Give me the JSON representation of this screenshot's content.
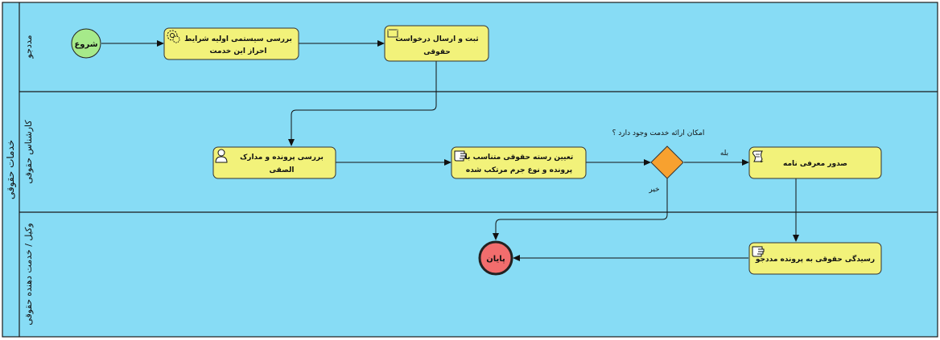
{
  "pool": {
    "label": "خدمات حقوقی"
  },
  "lanes": [
    {
      "label": "مددجو"
    },
    {
      "label": "کارشناس حقوقی"
    },
    {
      "label": "وکیل / خدمت دهنده حقوقی"
    }
  ],
  "events": {
    "start": {
      "label": "شروع",
      "color": "#a6ea8a"
    },
    "end": {
      "label": "پایان",
      "color": "#f26d6d"
    }
  },
  "tasks": {
    "t1": {
      "line1": "بررسی سیستمی اولیه شرایط",
      "line2": "احراز این خدمت",
      "icon": "service-icon"
    },
    "t2": {
      "line1": "ثبت و ارسال درخواست",
      "line2": "حقوقی",
      "icon": "envelope-icon"
    },
    "t3": {
      "line1": "بررسی پرونده و مدارک",
      "line2": "الصقی",
      "icon": "user-icon"
    },
    "t4": {
      "line1": "تعیین رسته حقوقی متناسب با",
      "line2": "پرونده و نوع جرم مرتکب شده",
      "icon": "manual-hand-icon"
    },
    "t5": {
      "line1": "صدور معرفی نامه",
      "line2": "",
      "icon": "script-icon"
    },
    "t6": {
      "line1": "رسیدگی حقوقی به پرونده مددجو",
      "line2": "",
      "icon": "manual-hand-icon"
    }
  },
  "gateway": {
    "question": "امکان ارائه خدمت وجود دارد ؟",
    "yes": "بله",
    "no": "خیر",
    "color": "#f7a12f"
  },
  "colors": {
    "lane": "#87dcf5",
    "task": "#f2f27a"
  }
}
